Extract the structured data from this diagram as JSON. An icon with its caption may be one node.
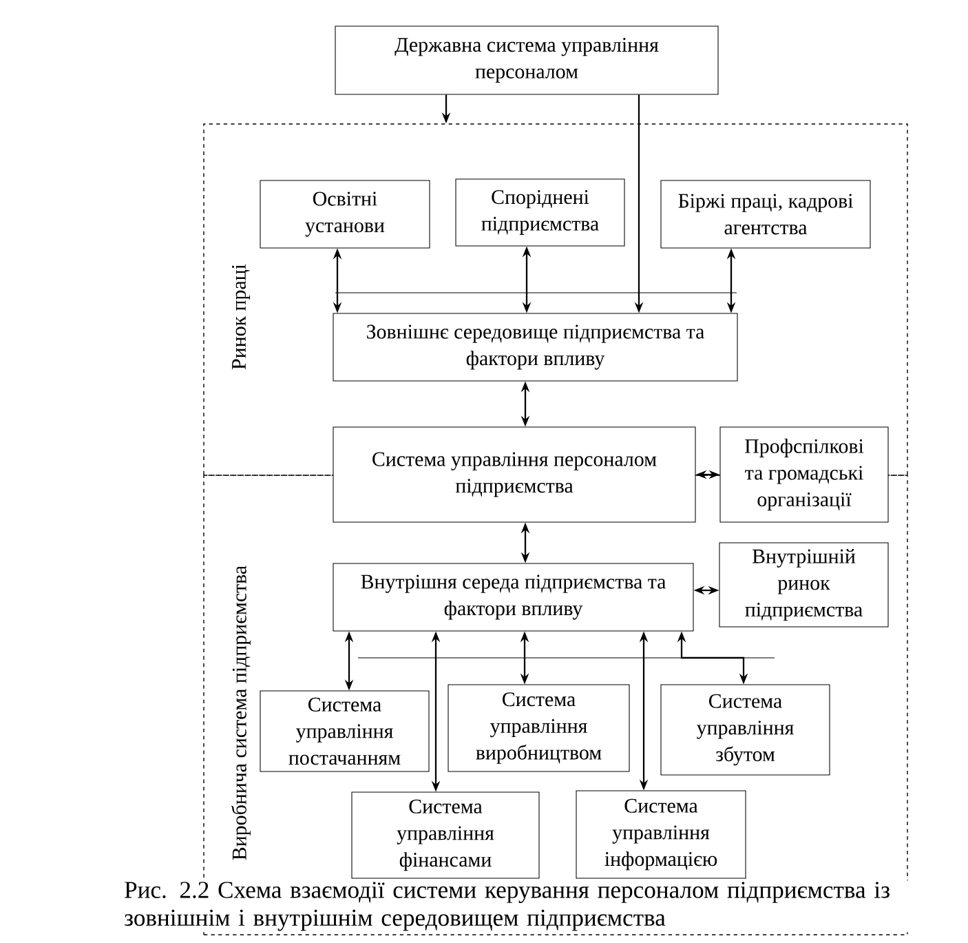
{
  "diagram": {
    "caption": "Рис. 2.2  Схема взаємодії системи керування персоналом підприємства із зовнішнім і внутрішнім середовищем підприємства",
    "nodes": [
      {
        "text": [
          "Державна система управління персоналом"
        ]
      },
      {
        "text": [
          "Ринок праці"
        ]
      },
      {
        "text": [
          "Освітні установи"
        ],
        "in": 1
      },
      {
        "text": [
          "Споріднені підприємства"
        ],
        "in": 1
      },
      {
        "text": [
          "Біржі праці, кадрові агентства"
        ],
        "in": 1
      },
      {
        "text": [
          "Зовнішнє середовище підприємства та фактори впливу"
        ],
        "in": 1
      },
      {
        "text": [
          "Виробнича система підприємства"
        ]
      },
      {
        "text": [
          "Система управління персоналом підприємства"
        ]
      },
      {
        "text": [
          "Профспілкові та громадські організації"
        ]
      },
      {
        "text": [
          "Внутрішня середа підприємства та фактори впливу"
        ],
        "in": 6
      },
      {
        "text": [
          "Внутрішній ринок підприємства"
        ],
        "in": 6
      },
      {
        "text": [
          "Система управління постачанням"
        ],
        "in": 6
      },
      {
        "text": [
          "Система управління виробництвом"
        ],
        "in": 6
      },
      {
        "text": [
          "Система управління збутом"
        ],
        "in": 6
      },
      {
        "text": [
          "Система управління фінансами"
        ],
        "in": 6
      },
      {
        "text": [
          "Система управління інформацією"
        ],
        "in": 6
      }
    ],
    "edges": [
      {
        "from": 0,
        "to": 1,
        "arrow": "to"
      },
      {
        "from": 0,
        "to": 5,
        "arrow": "to"
      },
      {
        "from": 2,
        "to": 5,
        "arrow": "both"
      },
      {
        "from": 3,
        "to": 5,
        "arrow": "both"
      },
      {
        "from": 4,
        "to": 5,
        "arrow": "both"
      },
      {
        "from": 5,
        "to": 7,
        "arrow": "both"
      },
      {
        "from": 7,
        "to": 8,
        "arrow": "both"
      },
      {
        "from": 7,
        "to": 9,
        "arrow": "both"
      },
      {
        "from": 9,
        "to": 10,
        "arrow": "both"
      },
      {
        "from": 9,
        "to": 11,
        "arrow": "both"
      },
      {
        "from": 9,
        "to": 12,
        "arrow": "both"
      },
      {
        "from": 9,
        "to": 13,
        "arrow": "both"
      },
      {
        "from": 9,
        "to": 14,
        "arrow": "both"
      },
      {
        "from": 9,
        "to": 15,
        "arrow": "both"
      }
    ]
  }
}
